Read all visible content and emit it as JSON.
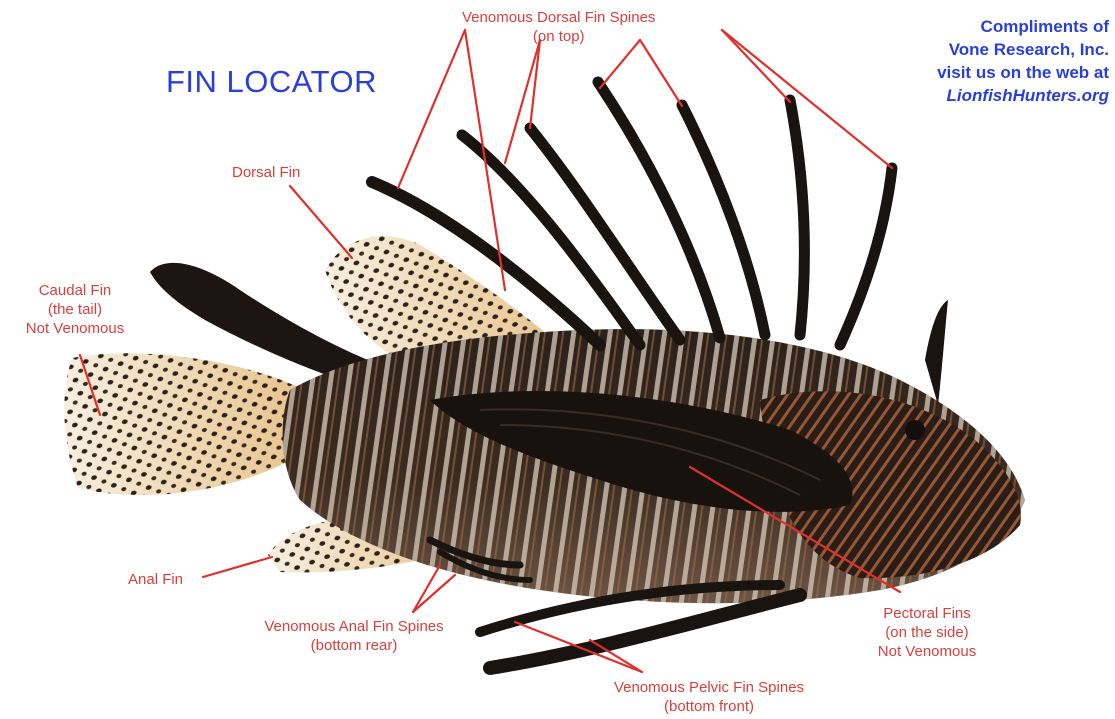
{
  "title": "FIN LOCATOR",
  "credit": {
    "line1": "Compliments of",
    "line2": "Vone Research, Inc.",
    "line3": "visit us on the web at",
    "website": "LionfishHunters.org"
  },
  "labels": {
    "dorsal_spines": {
      "line1": "Venomous Dorsal Fin Spines",
      "line2": "(on top)"
    },
    "dorsal_fin": {
      "line1": "Dorsal Fin"
    },
    "caudal_fin": {
      "line1": "Caudal Fin",
      "line2": "(the tail)",
      "line3": "Not Venomous"
    },
    "anal_fin": {
      "line1": "Anal Fin"
    },
    "anal_spines": {
      "line1": "Venomous Anal Fin Spines",
      "line2": "(bottom rear)"
    },
    "pectoral_fins": {
      "line1": "Pectoral Fins",
      "line2": "(on the side)",
      "line3": "Not Venomous"
    },
    "pelvic_spines": {
      "line1": "Venomous Pelvic Fin Spines",
      "line2": "(bottom front)"
    }
  },
  "colors": {
    "title": "#2a3fd8",
    "label": "#d8403c",
    "leader_line": "#e0302c",
    "fish_body": "#1b1512",
    "fin_pale": "#f3e6cc",
    "fin_spot": "#3a2a1e",
    "stripe": "#d9c9b6"
  }
}
